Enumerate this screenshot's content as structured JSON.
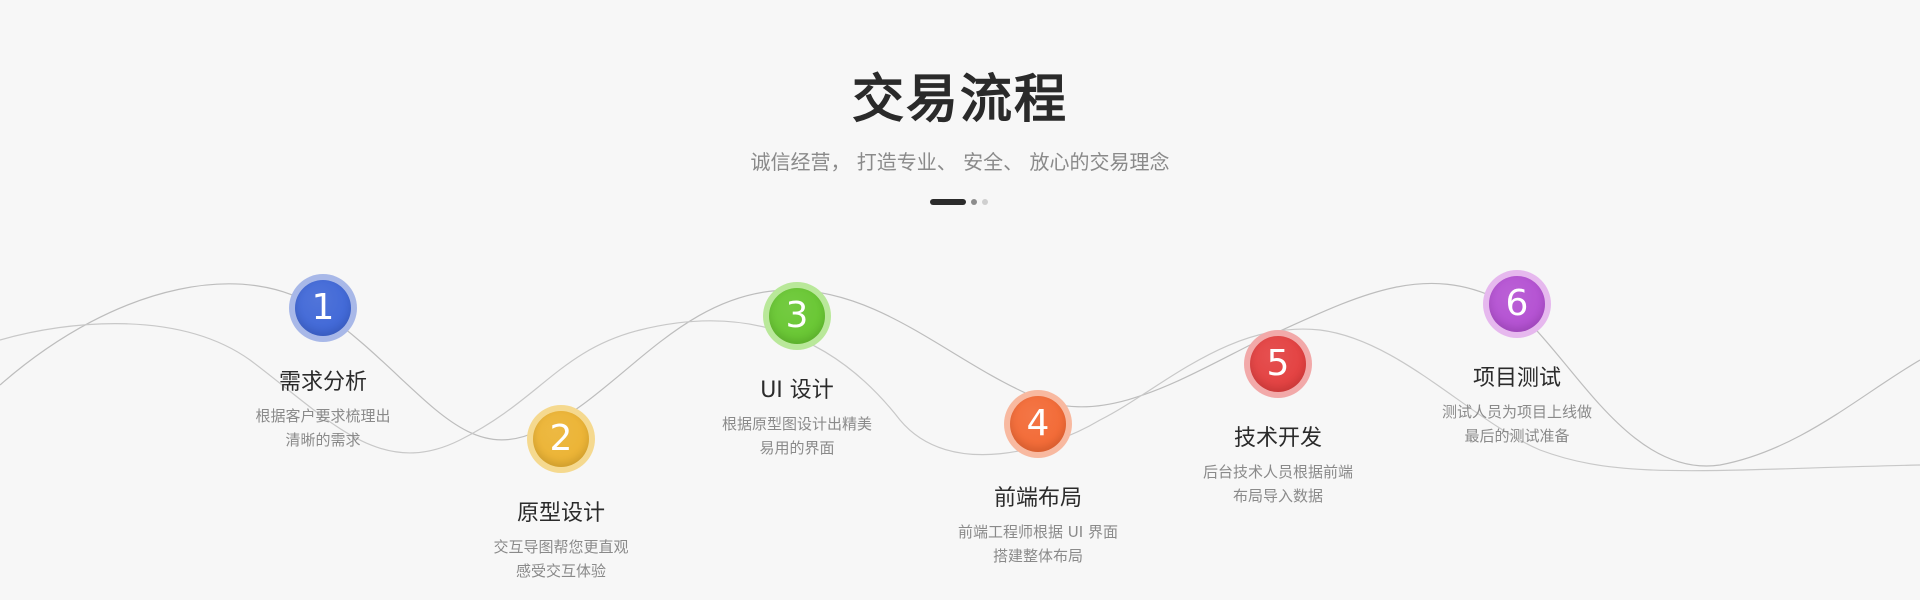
{
  "header": {
    "title": "交易流程",
    "subtitle": "诚信经营， 打造专业、 安全、 放心的交易理念"
  },
  "steps": [
    {
      "number": "1",
      "title": "需求分析",
      "desc_line1": "根据客户要求梳理出",
      "desc_line2": "清晰的需求",
      "color_ring": "#a8b8e8",
      "color_fill": "#3a63d6"
    },
    {
      "number": "2",
      "title": "原型设计",
      "desc_line1": "交互导图帮您更直观",
      "desc_line2": "感受交互体验",
      "color_ring": "#f5d98f",
      "color_fill": "#ebb12f"
    },
    {
      "number": "3",
      "title": "UI 设计",
      "desc_line1": "根据原型图设计出精美",
      "desc_line2": "易用的界面",
      "color_ring": "#b9e89a",
      "color_fill": "#63c42c"
    },
    {
      "number": "4",
      "title": "前端布局",
      "desc_line1": "前端工程师根据 UI 界面",
      "desc_line2": "搭建整体布局",
      "color_ring": "#f8b9a0",
      "color_fill": "#f2652f"
    },
    {
      "number": "5",
      "title": "技术开发",
      "desc_line1": "后台技术人员根据前端",
      "desc_line2": "布局导入数据",
      "color_ring": "#f2a9a9",
      "color_fill": "#e23a3a"
    },
    {
      "number": "6",
      "title": "项目测试",
      "desc_line1": "测试人员为项目上线做",
      "desc_line2": "最后的测试准备",
      "color_ring": "#e6b8ee",
      "color_fill": "#b04ad0"
    }
  ]
}
